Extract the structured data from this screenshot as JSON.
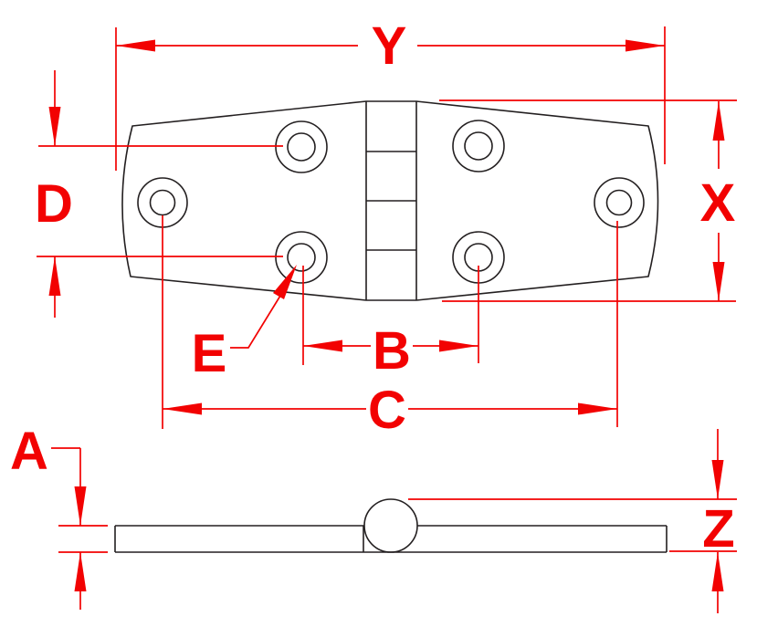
{
  "drawing": {
    "kind": "hinge-dimension-diagram",
    "labels": {
      "Y": "Y",
      "X": "X",
      "D": "D",
      "E": "E",
      "B": "B",
      "C": "C",
      "A": "A",
      "Z": "Z"
    },
    "colors": {
      "dimension": "#f20202",
      "outline": "#231f20",
      "background": "#ffffff"
    }
  }
}
